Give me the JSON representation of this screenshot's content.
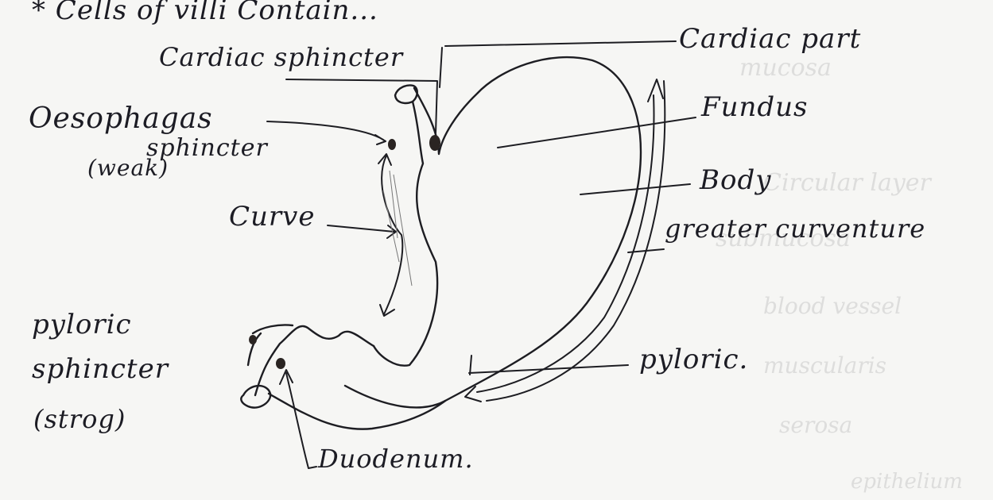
{
  "header_note": "* Cells of villi Contain...",
  "labels": {
    "cardiac_sphincter": "Cardiac sphincter",
    "cardiac_part": "Cardiac part",
    "oesophagas": "Oesophagas",
    "sphincter": "sphincter",
    "weak": "(weak)",
    "fundus": "Fundus",
    "curve": "Curve",
    "body": "Body",
    "greater_curvature": "greater curventure",
    "pyloric_left": "pyloric",
    "sphincter_left": "sphincter",
    "strong": "(strog)",
    "pyloric_right": "pyloric.",
    "duodenum": "Duodenum."
  }
}
